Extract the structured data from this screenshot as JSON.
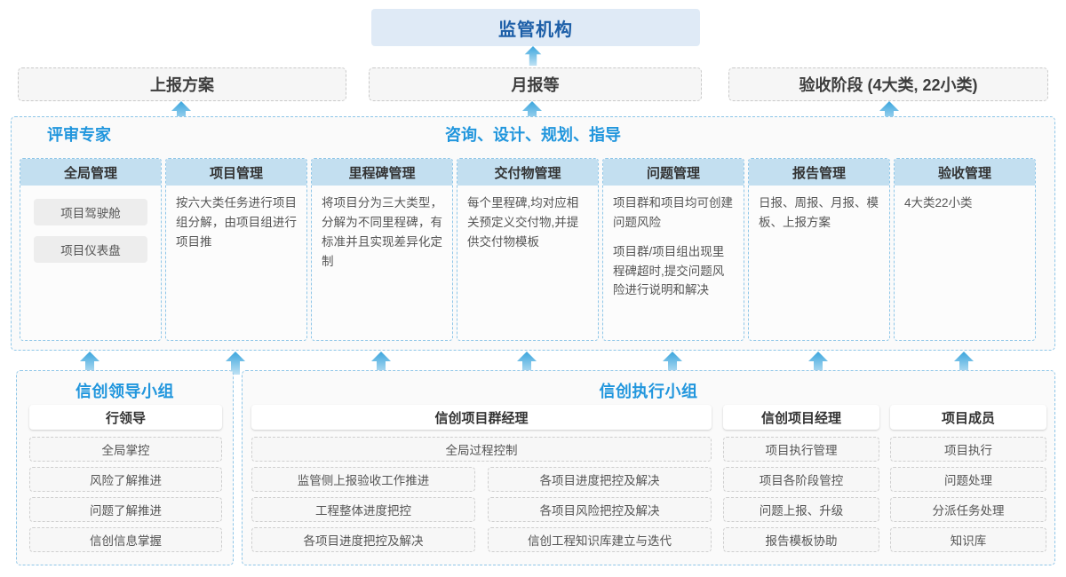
{
  "regulator": {
    "label": "监管机构"
  },
  "report_row": [
    {
      "label": "上报方案"
    },
    {
      "label": "月报等"
    },
    {
      "label": "验收阶段 (4大类, 22小类)"
    }
  ],
  "platform": {
    "title_left": "评审专家",
    "title_right": "咨询、设计、规划、指导",
    "columns": [
      {
        "head": "全局管理",
        "chips": [
          "项目驾驶舱",
          "项目仪表盘"
        ],
        "paragraphs": []
      },
      {
        "head": "项目管理",
        "chips": [],
        "paragraphs": [
          "按六大类任务进行项目组分解，由项目组进行项目推"
        ]
      },
      {
        "head": "里程碑管理",
        "chips": [],
        "paragraphs": [
          "将项目分为三大类型，分解为不同里程碑，有标准并且实现差异化定制"
        ]
      },
      {
        "head": "交付物管理",
        "chips": [],
        "paragraphs": [
          "每个里程碑,均对应相关预定义交付物,并提供交付物模板"
        ]
      },
      {
        "head": "问题管理",
        "chips": [],
        "paragraphs": [
          "项目群和项目均可创建问题风险",
          "项目群/项目组出现里程碑超时,提交问题风险进行说明和解决"
        ]
      },
      {
        "head": "报告管理",
        "chips": [],
        "paragraphs": [
          "日报、周报、月报、模板、上报方案"
        ]
      },
      {
        "head": "验收管理",
        "chips": [],
        "paragraphs": [
          "4大类22小类"
        ]
      }
    ]
  },
  "groups": [
    {
      "title": "信创领导小组",
      "roles": [
        {
          "head": "行领导",
          "tasks": [
            "全局掌控",
            "风险了解推进",
            "问题了解推进",
            "信创信息掌握"
          ]
        }
      ]
    },
    {
      "title": "信创执行小组",
      "roles": [
        {
          "head": "信创项目群经理",
          "wide_task": "全局过程控制",
          "tasks_left": [
            "监管侧上报验收工作推进",
            "工程整体进度把控",
            "各项目进度把控及解决"
          ],
          "tasks_right": [
            "各项目进度把控及解决",
            "各项目风险把控及解决",
            "信创工程知识库建立与迭代"
          ]
        },
        {
          "head": "信创项目经理",
          "tasks": [
            "项目执行管理",
            "项目各阶段管控",
            "问题上报、升级",
            "报告模板协助"
          ]
        },
        {
          "head": "项目成员",
          "tasks": [
            "项目执行",
            "问题处理",
            "分派任务处理",
            "知识库"
          ]
        }
      ]
    }
  ],
  "arrows": {
    "icon": "arrow-up-icon",
    "color": "#4eace0",
    "to_regulator_x": [
      600
    ],
    "to_report_x": [
      203,
      598,
      1000
    ],
    "to_platform_x": [
      124,
      288,
      452,
      616,
      780,
      944,
      1108
    ]
  },
  "colors": {
    "accent_blue": "#2196dd",
    "title_blue": "#1d5fa8",
    "head_fill": "#c3dff0",
    "node_fill": "#dfeaf6",
    "arrow": "#4eace0"
  }
}
